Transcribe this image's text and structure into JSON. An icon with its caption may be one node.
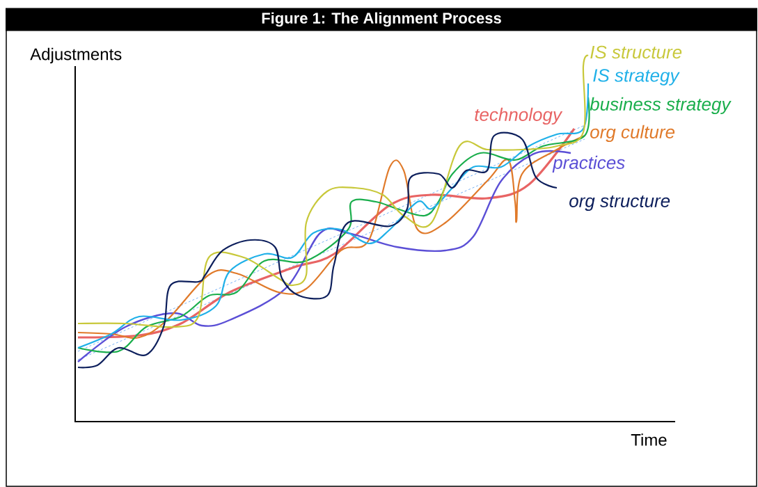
{
  "diagram": {
    "title": "Figure 1: The Alignment Process",
    "labels": [
      "Adjustments",
      "Time",
      "IS structure",
      "IS strategy",
      "business strategy",
      "technology",
      "org culture",
      "practices",
      "org structure"
    ]
  }
}
